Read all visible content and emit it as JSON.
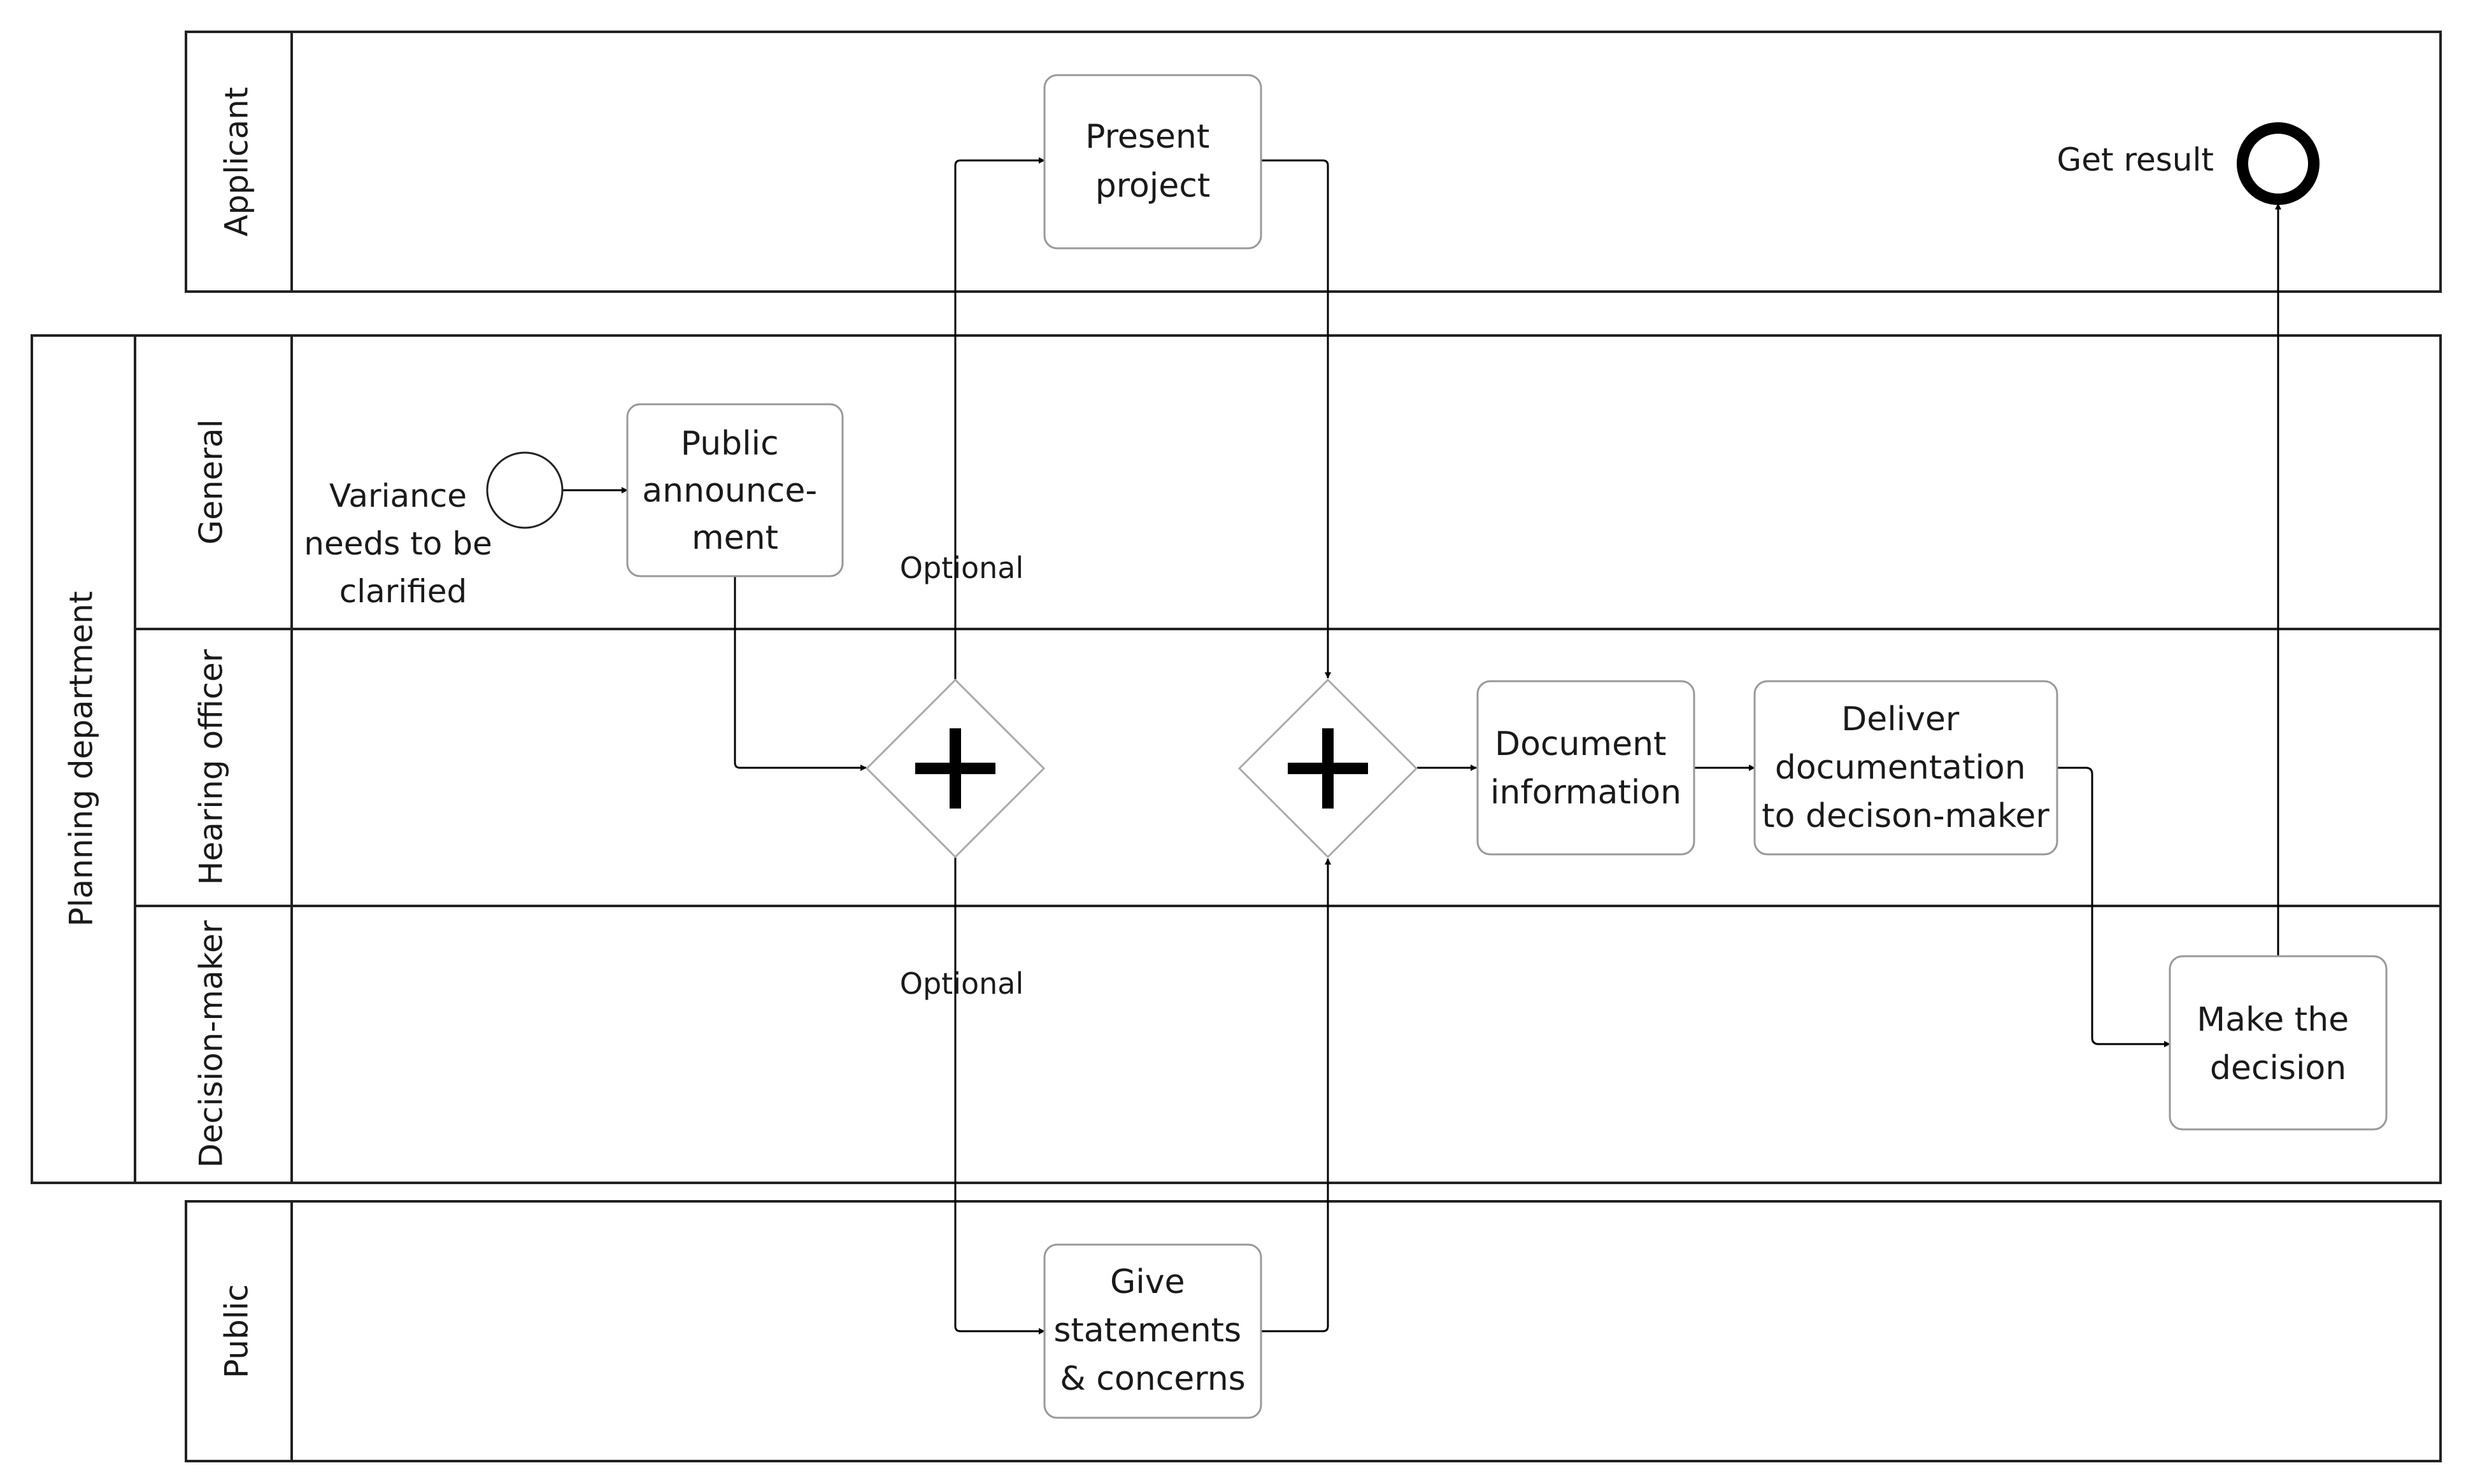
{
  "pools": {
    "applicant": {
      "label": "Applicant"
    },
    "planning": {
      "label": "Planning department",
      "lanes": {
        "general": {
          "label": "General"
        },
        "hearing_officer": {
          "label": "Hearing officer"
        },
        "decision_maker": {
          "label": "Decision-maker"
        }
      }
    },
    "public": {
      "label": "Public"
    }
  },
  "events": {
    "start": {
      "label_lines": [
        "Variance",
        "needs to be",
        "clarified"
      ]
    },
    "end": {
      "label": "Get result"
    }
  },
  "tasks": {
    "public_announcement": {
      "lines": [
        "Public",
        "announce-",
        "ment"
      ]
    },
    "present_project": {
      "lines": [
        "Present",
        "project"
      ]
    },
    "give_statements": {
      "lines": [
        "Give",
        "statements",
        "& concerns"
      ]
    },
    "document_information": {
      "lines": [
        "Document",
        "information"
      ]
    },
    "deliver_documentation": {
      "lines": [
        "Deliver",
        "documentation",
        "to decison-maker"
      ]
    },
    "make_decision": {
      "lines": [
        "Make the",
        "decision"
      ]
    }
  },
  "gateways": {
    "split": {
      "type": "parallel"
    },
    "join": {
      "type": "parallel"
    }
  },
  "flow_labels": {
    "optional_upper": "Optional",
    "optional_lower": "Optional"
  }
}
